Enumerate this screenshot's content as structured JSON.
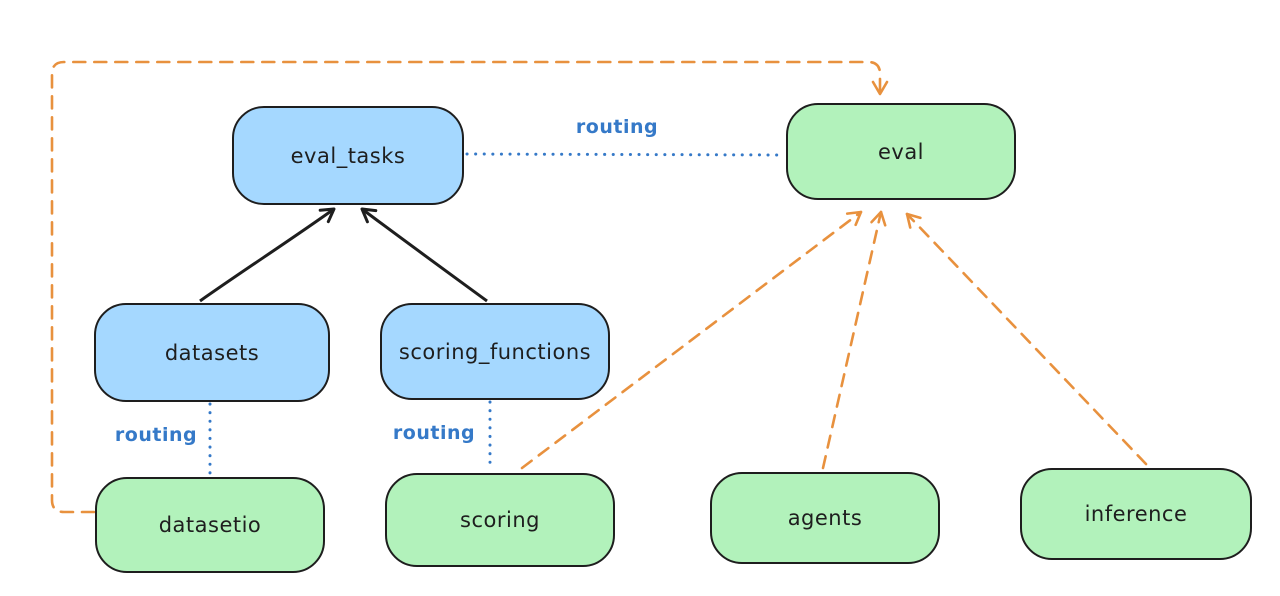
{
  "diagram": {
    "nodes": [
      {
        "id": "eval_tasks",
        "label": "eval_tasks",
        "kind": "api"
      },
      {
        "id": "eval",
        "label": "eval",
        "kind": "provider"
      },
      {
        "id": "datasets",
        "label": "datasets",
        "kind": "api"
      },
      {
        "id": "scoring_functions",
        "label": "scoring_functions",
        "kind": "api"
      },
      {
        "id": "datasetio",
        "label": "datasetio",
        "kind": "provider"
      },
      {
        "id": "scoring",
        "label": "scoring",
        "kind": "provider"
      },
      {
        "id": "agents",
        "label": "agents",
        "kind": "provider"
      },
      {
        "id": "inference",
        "label": "inference",
        "kind": "provider"
      }
    ],
    "edges": [
      {
        "from": "datasets",
        "to": "eval_tasks",
        "style": "solid-black-arrow"
      },
      {
        "from": "scoring_functions",
        "to": "eval_tasks",
        "style": "solid-black-arrow"
      },
      {
        "from": "eval_tasks",
        "to": "eval",
        "style": "dotted-blue",
        "label": "routing"
      },
      {
        "from": "datasets",
        "to": "datasetio",
        "style": "dotted-blue",
        "label": "routing"
      },
      {
        "from": "scoring_functions",
        "to": "scoring",
        "style": "dotted-blue",
        "label": "routing"
      },
      {
        "from": "datasetio",
        "to": "eval",
        "style": "dashed-orange-arrow"
      },
      {
        "from": "scoring",
        "to": "eval",
        "style": "dashed-orange-arrow"
      },
      {
        "from": "agents",
        "to": "eval",
        "style": "dashed-orange-arrow"
      },
      {
        "from": "inference",
        "to": "eval",
        "style": "dashed-orange-arrow"
      }
    ],
    "edge_labels": [
      {
        "id": "routing-top",
        "text": "routing"
      },
      {
        "id": "routing-datasets",
        "text": "routing"
      },
      {
        "id": "routing-scoring",
        "text": "routing"
      }
    ],
    "colors": {
      "api_fill": "#a5d8ff",
      "provider_fill": "#b2f2bb",
      "stroke": "#1e1e1e",
      "routing_blue": "#3579c8",
      "dependency_orange": "#e8913e",
      "background": "#ffffff"
    }
  }
}
